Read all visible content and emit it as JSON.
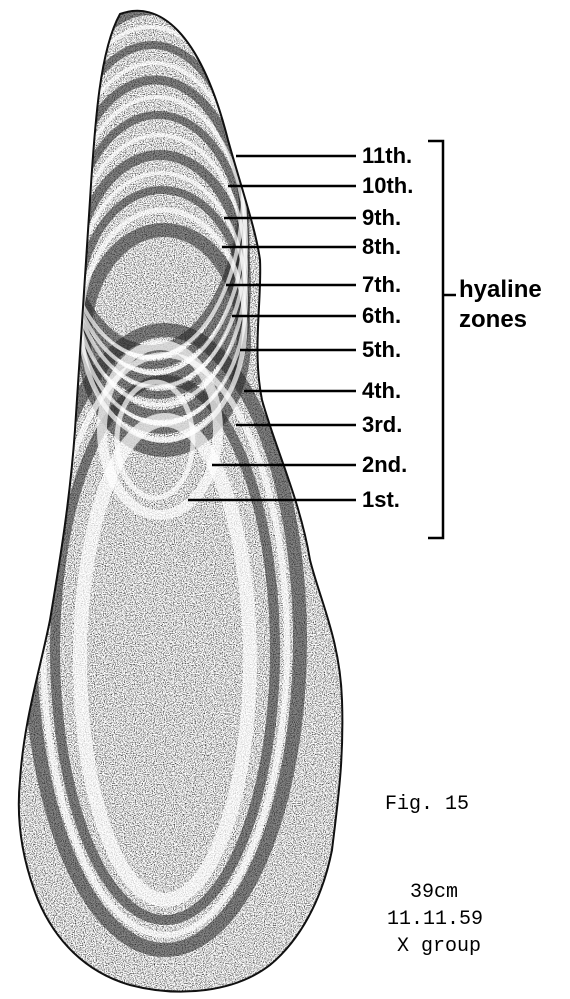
{
  "zones": [
    {
      "label": "11th."
    },
    {
      "label": "10th."
    },
    {
      "label": "9th."
    },
    {
      "label": "8th."
    },
    {
      "label": "7th."
    },
    {
      "label": "6th."
    },
    {
      "label": "5th."
    },
    {
      "label": "4th."
    },
    {
      "label": "3rd."
    },
    {
      "label": "2nd."
    },
    {
      "label": "1st."
    }
  ],
  "group_label": {
    "line1": "hyaline",
    "line2": "zones"
  },
  "caption": {
    "figure": "Fig. 15",
    "length": "39cm",
    "date": "11.11.59",
    "group": "X group"
  }
}
